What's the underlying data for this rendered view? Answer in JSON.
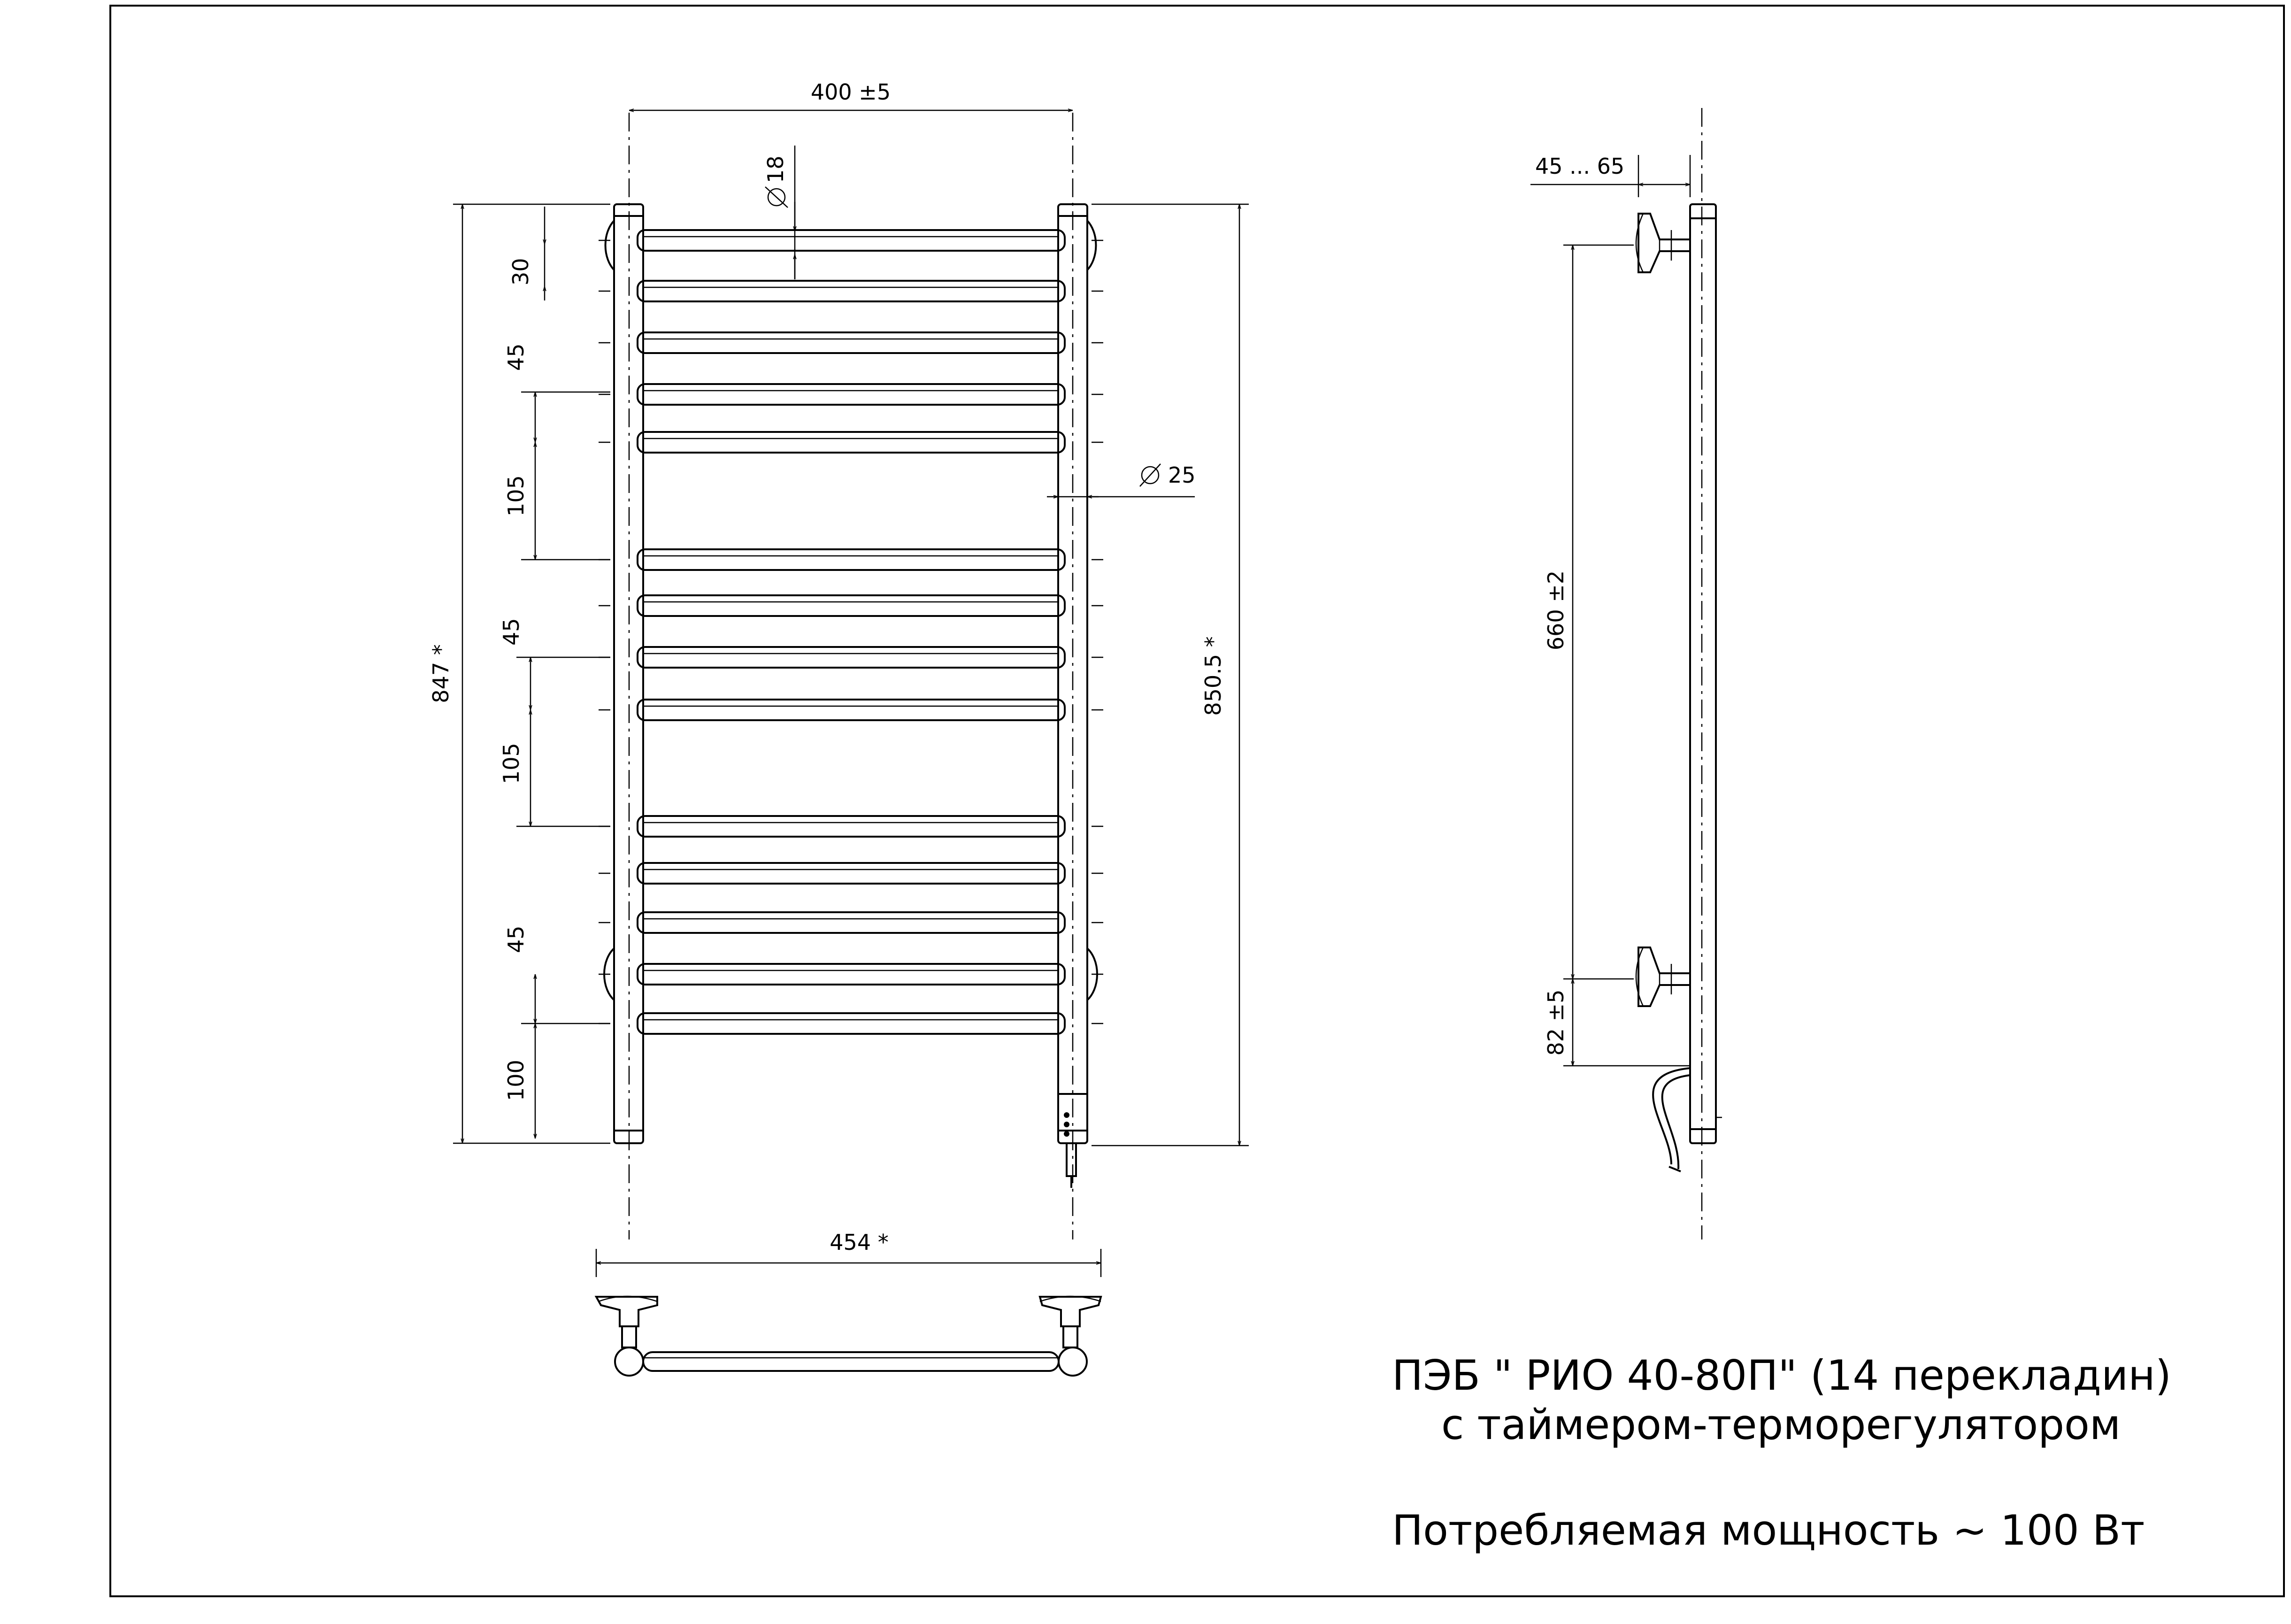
{
  "dimensions": {
    "top_width": "400  ±5",
    "diameter_bar": "18",
    "diameter_pipe": "25",
    "gap_30": "30",
    "gap_45_a": "45",
    "gap_105_a": "105",
    "gap_45_b": "45",
    "gap_105_b": "105",
    "gap_45_c": "45",
    "gap_100": "100",
    "total_height_left": "847 *",
    "total_height_right": "850.5 *",
    "bottom_width": "454 *",
    "wall_offset": "45  ... 65",
    "mount_spacing": "660  ±2",
    "bottom_offset": "82  ±5"
  },
  "title": {
    "line1": "ПЭБ \" РИО 40-80П\" (14 перекладин)",
    "line2": "с таймером-терморегулятором",
    "line3": "Потребляемая мощность ~ 100 Вт"
  }
}
